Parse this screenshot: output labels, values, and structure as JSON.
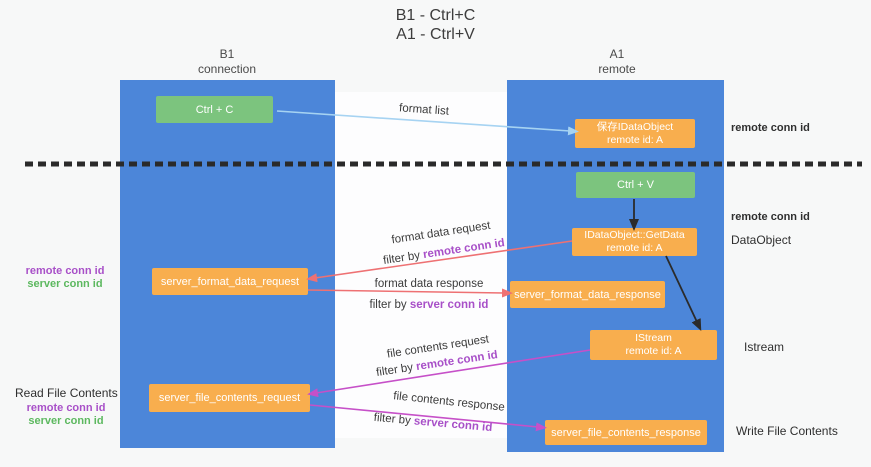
{
  "title": {
    "line1": "B1 - Ctrl+C",
    "line2": "A1 - Ctrl+V"
  },
  "lanes": {
    "left": {
      "title": "B1",
      "subtitle": "connection"
    },
    "right": {
      "title": "A1",
      "subtitle": "remote"
    }
  },
  "nodes": {
    "ctrl_c": {
      "label": "Ctrl + C"
    },
    "save_idataobject": {
      "line1": "保存IDataObject",
      "line2": "remote id: A"
    },
    "ctrl_v": {
      "label": "Ctrl + V"
    },
    "getdata": {
      "line1": "IDataObject::GetData",
      "line2": "remote id: A"
    },
    "server_format_data_request": {
      "label": "server_format_data_request"
    },
    "server_format_data_response": {
      "label": "server_format_data_response"
    },
    "istream": {
      "line1": "IStream",
      "line2": "remote id: A"
    },
    "server_file_contents_request": {
      "label": "server_file_contents_request"
    },
    "server_file_contents_response": {
      "label": "server_file_contents_response"
    }
  },
  "edge_labels": {
    "format_list": "format list",
    "format_data_request": "format data request",
    "format_data_response": "format data response",
    "file_contents_request": "file contents request",
    "file_contents_response": "file contents response",
    "filter_by": "filter by ",
    "remote_conn_id": "remote conn id",
    "server_conn_id": "server conn id"
  },
  "side_labels": {
    "remote_conn_id": "remote conn id",
    "server_conn_id": "server conn id",
    "dataobject": "DataObject",
    "istream": "Istream",
    "read_file_contents": "Read File Contents",
    "write_file_contents": "Write File Contents"
  },
  "colors": {
    "lane_blue": "#4c86d9",
    "node_green": "#7cc47e",
    "node_orange": "#f8ae4e",
    "arrow_lightblue": "#a6d3f2",
    "arrow_salmon": "#ee7173",
    "arrow_magenta": "#c650c8",
    "arrow_black": "#2b2b2b",
    "text_purple": "#a850c8",
    "text_green": "#5cb85f"
  }
}
